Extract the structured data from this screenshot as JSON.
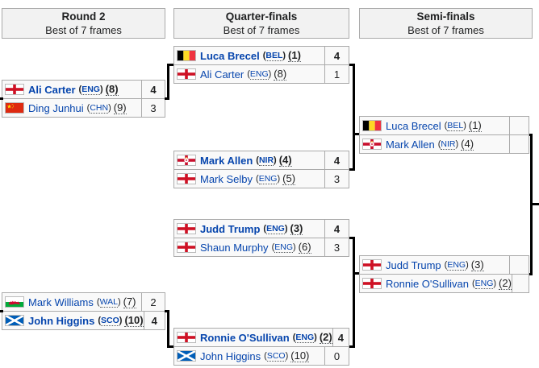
{
  "colors": {
    "link_blue": "#0645ad",
    "border_gray": "#aaaaaa",
    "header_bg": "#f2f2f2",
    "cell_bg": "#f9f9f9",
    "connector": "#000000"
  },
  "punctuation": {
    "open": "(",
    "close": ")"
  },
  "columns": [
    {
      "title": "Round 2",
      "subtitle": "Best of 7 frames"
    },
    {
      "title": "Quarter-finals",
      "subtitle": "Best of 7 frames"
    },
    {
      "title": "Semi-finals",
      "subtitle": "Best of 7 frames"
    }
  ],
  "matches": [
    {
      "round": "quarter-finals",
      "players": [
        {
          "name": "Luca Brecel",
          "flag": "BEL",
          "country": "BEL",
          "seed": "(1)",
          "score": "4",
          "winner": true
        },
        {
          "name": "Ali Carter",
          "flag": "ENG",
          "country": "ENG",
          "seed": "(8)",
          "score": "1",
          "winner": false
        }
      ]
    },
    {
      "round": "round-2",
      "players": [
        {
          "name": "Ali Carter",
          "flag": "ENG",
          "country": "ENG",
          "seed": "(8)",
          "score": "4",
          "winner": true
        },
        {
          "name": "Ding Junhui",
          "flag": "CHN",
          "country": "CHN",
          "seed": "(9)",
          "score": "3",
          "winner": false
        }
      ]
    },
    {
      "round": "semi-finals",
      "players": [
        {
          "name": "Luca Brecel",
          "flag": "BEL",
          "country": "BEL",
          "seed": "(1)",
          "score": "",
          "winner": false
        },
        {
          "name": "Mark Allen",
          "flag": "NIR",
          "country": "NIR",
          "seed": "(4)",
          "score": "",
          "winner": false
        }
      ]
    },
    {
      "round": "quarter-finals",
      "players": [
        {
          "name": "Mark Allen",
          "flag": "NIR",
          "country": "NIR",
          "seed": "(4)",
          "score": "4",
          "winner": true
        },
        {
          "name": "Mark Selby",
          "flag": "ENG",
          "country": "ENG",
          "seed": "(5)",
          "score": "3",
          "winner": false
        }
      ]
    },
    {
      "round": "quarter-finals",
      "players": [
        {
          "name": "Judd Trump",
          "flag": "ENG",
          "country": "ENG",
          "seed": "(3)",
          "score": "4",
          "winner": true
        },
        {
          "name": "Shaun Murphy",
          "flag": "ENG",
          "country": "ENG",
          "seed": "(6)",
          "score": "3",
          "winner": false
        }
      ]
    },
    {
      "round": "semi-finals",
      "players": [
        {
          "name": "Judd Trump",
          "flag": "ENG",
          "country": "ENG",
          "seed": "(3)",
          "score": "",
          "winner": false
        },
        {
          "name": "Ronnie O'Sullivan",
          "flag": "ENG",
          "country": "ENG",
          "seed": "(2)",
          "score": "",
          "winner": false
        }
      ]
    },
    {
      "round": "round-2",
      "players": [
        {
          "name": "Mark Williams",
          "flag": "WAL",
          "country": "WAL",
          "seed": "(7)",
          "score": "2",
          "winner": false
        },
        {
          "name": "John Higgins",
          "flag": "SCO",
          "country": "SCO",
          "seed": "(10)",
          "score": "4",
          "winner": true
        }
      ]
    },
    {
      "round": "quarter-finals",
      "players": [
        {
          "name": "Ronnie O'Sullivan",
          "flag": "ENG",
          "country": "ENG",
          "seed": "(2)",
          "score": "4",
          "winner": true
        },
        {
          "name": "John Higgins",
          "flag": "SCO",
          "country": "SCO",
          "seed": "(10)",
          "score": "0",
          "winner": false
        }
      ]
    }
  ]
}
